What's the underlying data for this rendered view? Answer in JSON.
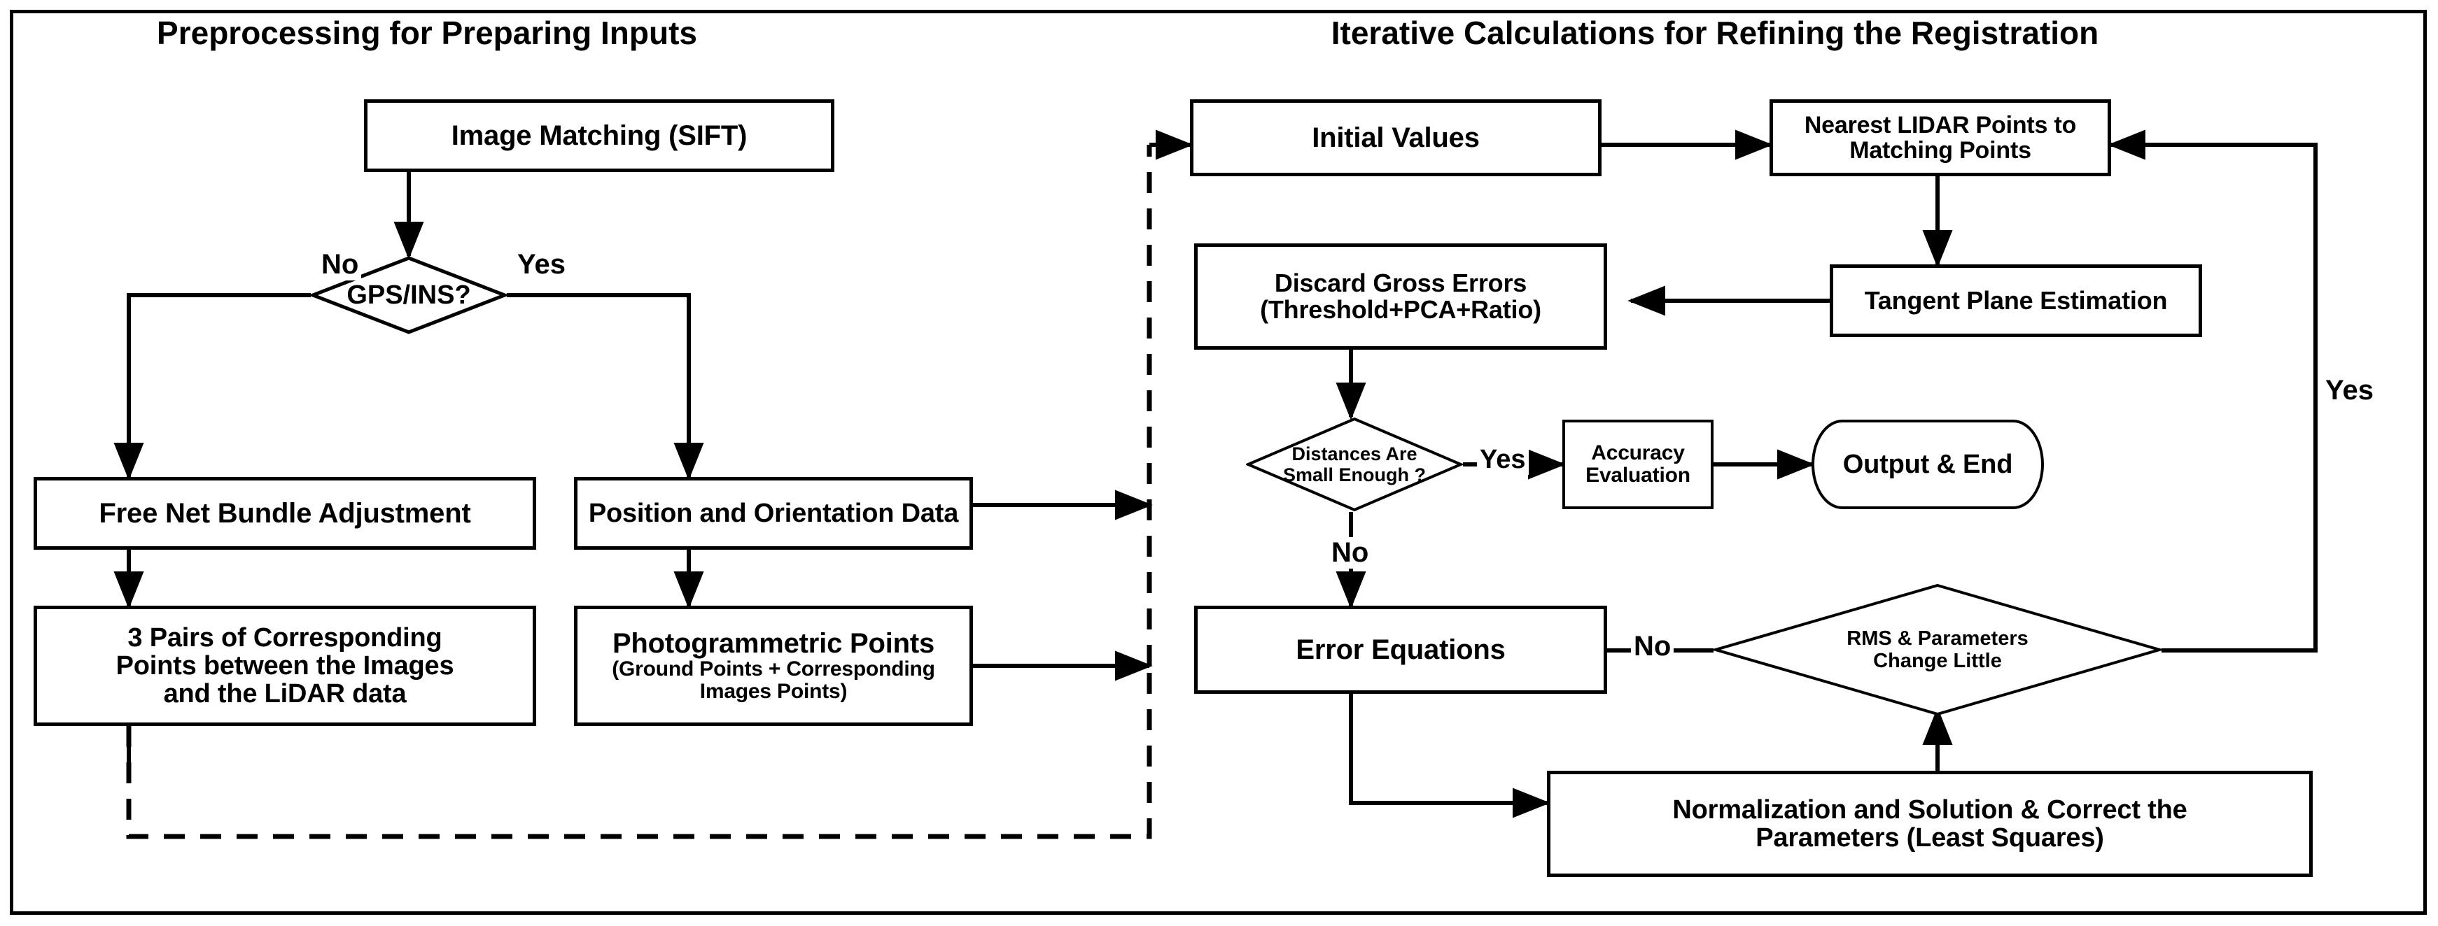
{
  "figure": {
    "type": "flowchart",
    "background": "#ffffff",
    "line_color": "#000000",
    "panels": [
      {
        "id": "left",
        "title": "Preprocessing for Preparing Inputs"
      },
      {
        "id": "right",
        "title": "Iterative Calculations for Refining the Registration"
      }
    ]
  },
  "nodes": {
    "image_matching": {
      "label": "Image Matching (SIFT)",
      "shape": "process"
    },
    "gps_ins": {
      "label": "GPS/INS?",
      "shape": "decision"
    },
    "free_net": {
      "label": "Free Net Bundle Adjustment",
      "shape": "process"
    },
    "pos_orient": {
      "label": "Position and Orientation Data",
      "shape": "process"
    },
    "three_pairs": {
      "line1": "3 Pairs of Corresponding",
      "line2": "Points between the Images",
      "line3": "and the LiDAR data",
      "shape": "process"
    },
    "photogrammetric": {
      "line1": "Photogrammetric Points",
      "line2": "(Ground Points + Corresponding",
      "line3": "Images Points)",
      "shape": "process"
    },
    "initial_values": {
      "label": "Initial Values",
      "shape": "process"
    },
    "nearest_lidar": {
      "line1": "Nearest LIDAR Points to",
      "line2": "Matching Points",
      "shape": "process"
    },
    "tangent_plane": {
      "label": "Tangent Plane Estimation",
      "shape": "process"
    },
    "discard_gross": {
      "line1": "Discard Gross Errors",
      "line2": "(Threshold+PCA+Ratio)",
      "shape": "process"
    },
    "distances_small": {
      "line1": "Distances Are",
      "line2": "Small Enough ?",
      "shape": "decision"
    },
    "accuracy_eval": {
      "line1": "Accuracy",
      "line2": "Evaluation",
      "shape": "process"
    },
    "output_end": {
      "label": "Output & End",
      "shape": "terminator"
    },
    "error_equations": {
      "label": "Error Equations",
      "shape": "process"
    },
    "rms_params": {
      "line1": "RMS & Parameters",
      "line2": "Change Little",
      "shape": "decision"
    },
    "normalization": {
      "line1": "Normalization and Solution & Correct the",
      "line2": "Parameters (Least Squares)",
      "shape": "process"
    }
  },
  "edge_labels": {
    "gps_no": "No",
    "gps_yes": "Yes",
    "distances_yes": "Yes",
    "distances_no": "No",
    "rms_no": "No",
    "rms_yes": "Yes"
  }
}
